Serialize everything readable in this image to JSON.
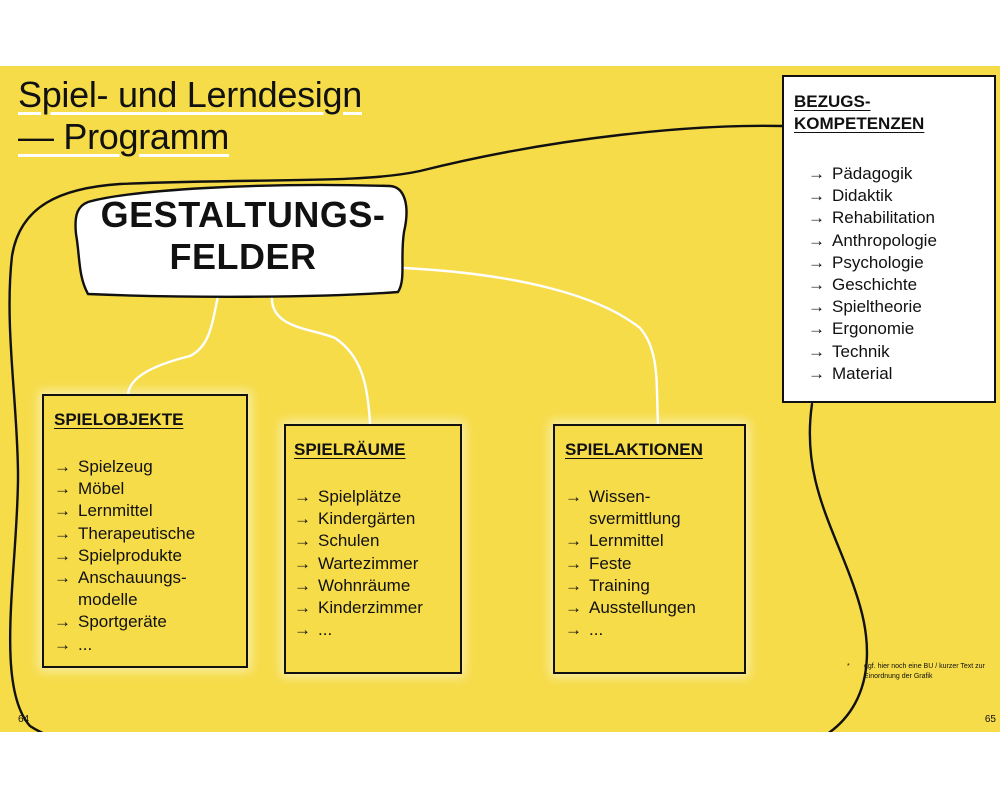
{
  "colors": {
    "background": "#f6dc49",
    "outline": "#111111",
    "connector": "#ffffff",
    "panel": "#ffffff"
  },
  "title": {
    "line1": "Spiel- und Lerndesign",
    "line2": "— Programm"
  },
  "hub": {
    "line1": "GESTALTUNGS-",
    "line2": "FELDER"
  },
  "boxes": {
    "spielobjekte": {
      "heading": "SPIELOBJEKTE",
      "items": [
        "Spielzeug",
        "Möbel",
        "Lernmittel",
        "Therapeutische",
        "Spielprodukte",
        "Anschauungs-",
        "modelle",
        "Sportgeräte",
        "..."
      ]
    },
    "spielraeume": {
      "heading": "SPIELRÄUME",
      "items": [
        "Spielplätze",
        "Kindergärten",
        "Schulen",
        "Wartezimmer",
        "Wohnräume",
        "Kinderzimmer",
        "..."
      ]
    },
    "spielaktionen": {
      "heading": "SPIELAKTIONEN",
      "items": [
        "Wissen-",
        "svermittlung",
        "Lernmittel",
        "Feste",
        "Training",
        "Ausstellungen",
        "..."
      ]
    }
  },
  "bezugskompetenzen": {
    "heading_line1": "BEZUGS-",
    "heading_line2": "KOMPETENZEN",
    "items": [
      "Pädagogik",
      "Didaktik",
      "Rehabilitation",
      "Anthropologie",
      "Psychologie",
      "Geschichte",
      "Spieltheorie",
      "Ergonomie",
      "Technik",
      "Material"
    ]
  },
  "footnote": {
    "marker": "*",
    "text": "ggf. hier noch eine BU / kurzer Text zur Einordnung der Grafik"
  },
  "pages": {
    "left": "64",
    "right": "65"
  }
}
